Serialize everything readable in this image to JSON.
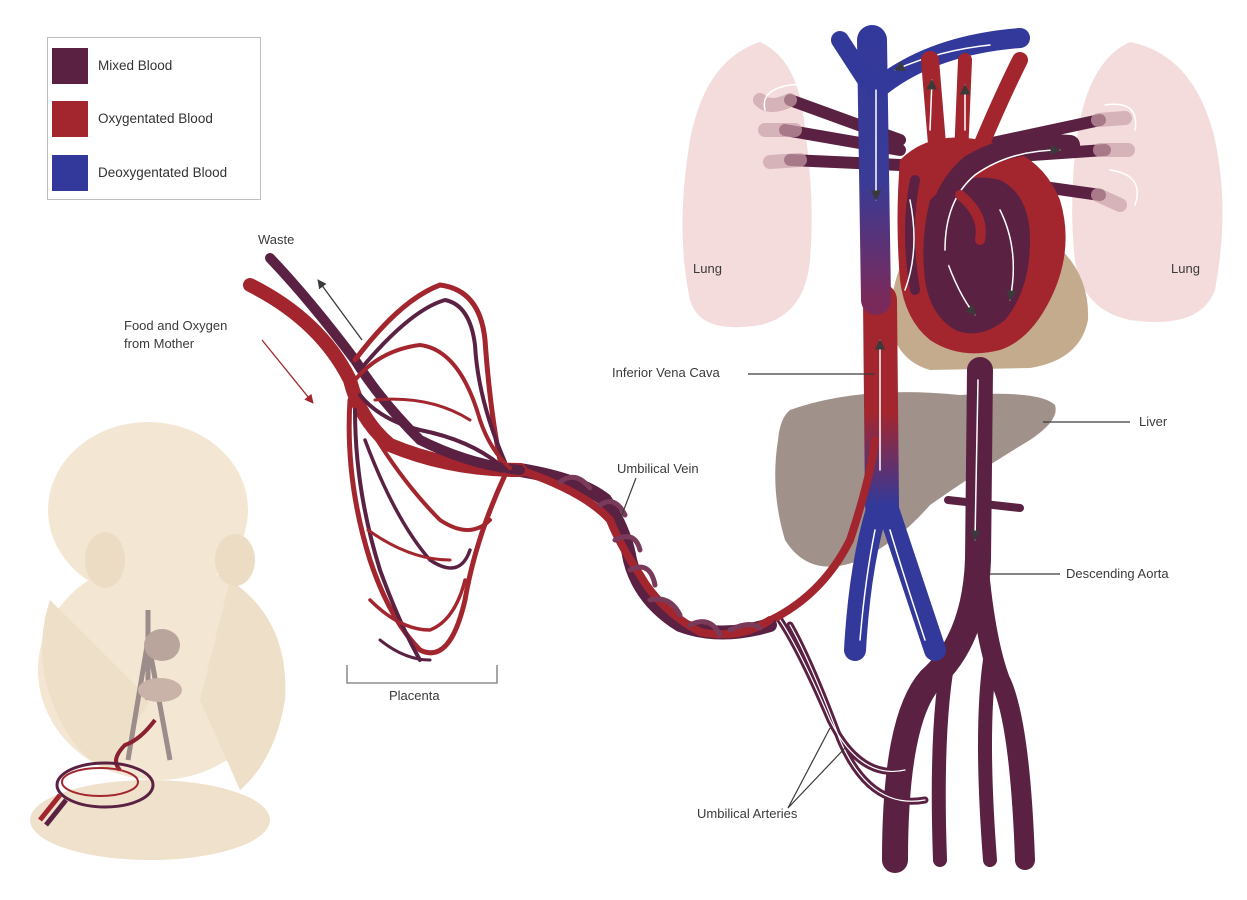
{
  "legend": {
    "items": [
      {
        "label": "Mixed Blood",
        "color": "#5a2142"
      },
      {
        "label": "Oxygentated Blood",
        "color": "#a3262e"
      },
      {
        "label": "Deoxygentated Blood",
        "color": "#33399a"
      }
    ]
  },
  "labels": {
    "waste": "Waste",
    "food_line1": "Food and Oxygen",
    "food_line2": "from Mother",
    "placenta": "Placenta",
    "umbilical_vein": "Umbilical Vein",
    "umbilical_arteries": "Umbilical Arteries",
    "inferior_vena_cava": "Inferior Vena Cava",
    "liver": "Liver",
    "descending_aorta": "Descending Aorta",
    "lung_left": "Lung",
    "lung_right": "Lung"
  },
  "colors": {
    "mixed": "#5a2142",
    "oxygenated": "#a3262e",
    "deoxygenated": "#33399a",
    "lung": "#f4dcdc",
    "heart_sac": "#c4ab8e",
    "liver": "#a0918a",
    "baby_skin": "#f3e6d3"
  }
}
